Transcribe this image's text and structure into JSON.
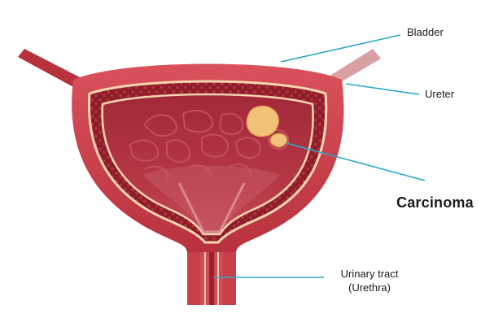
{
  "labels": {
    "bladder": "Bladder",
    "ureter": "Ureter",
    "carcinoma": "Carcinoma",
    "urinary_tract_line1": "Urinary tract",
    "urinary_tract_line2": "(Urethra)"
  },
  "colors": {
    "outer_wall": "#c8404a",
    "muscle_layer": "#8f1f2a",
    "inner_lumen": "#a62a36",
    "cream_layer": "#f6d6b0",
    "tumor": "#f2c27a",
    "leader_line": "#2aa7c9"
  },
  "icons": {
    "diagram": "bladder-cross-section"
  }
}
